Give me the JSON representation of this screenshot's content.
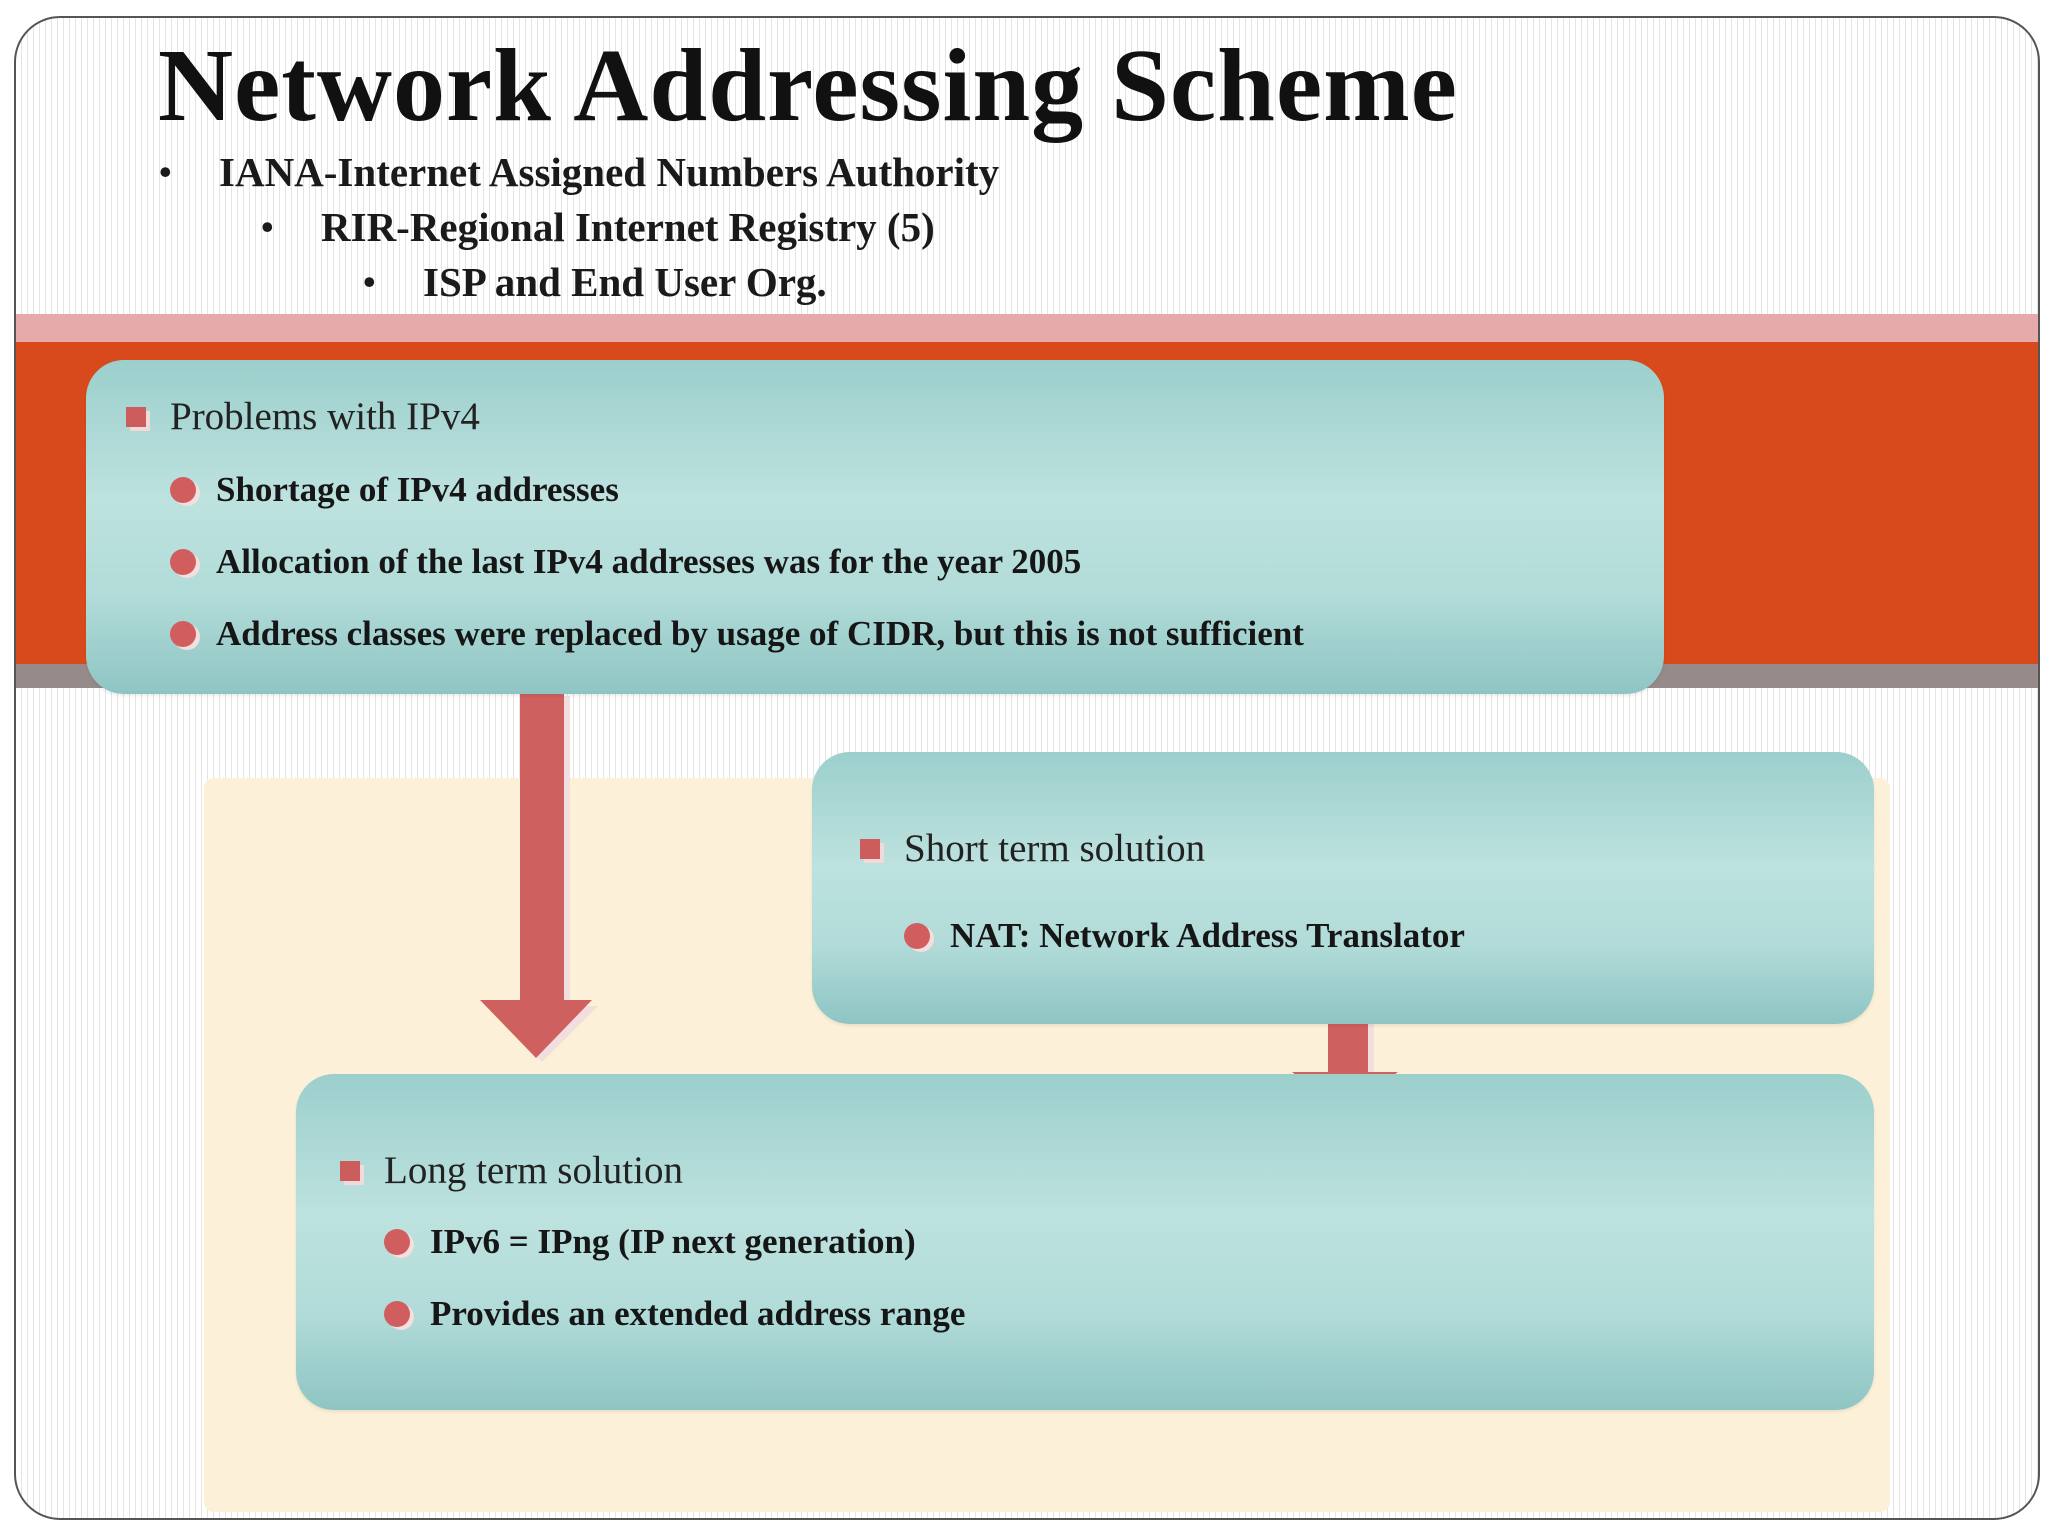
{
  "slide": {
    "title": "Network Addressing Scheme",
    "hierarchy": [
      {
        "bullet": "•",
        "text": "IANA-Internet Assigned Numbers Authority"
      },
      {
        "bullet": "•",
        "text": "RIR-Regional Internet Registry (5)"
      },
      {
        "bullet": "•",
        "text": "ISP and End User Org."
      }
    ]
  },
  "problems_box": {
    "heading": "Problems with IPv4",
    "items": [
      "Shortage of IPv4 addresses",
      "Allocation of the last IPv4 addresses was for the year 2005",
      "Address classes were replaced by usage of CIDR, but this is not sufficient"
    ]
  },
  "short_term_box": {
    "heading": "Short term solution",
    "items": [
      "NAT: Network Address Translator"
    ]
  },
  "long_term_box": {
    "heading": "Long term solution",
    "items": [
      "IPv6 = IPng (IP next generation)",
      "Provides an extended address range"
    ]
  },
  "colors": {
    "accent_orange": "#d84a1c",
    "band_pink": "#e6aaaa",
    "box_teal": "#b2dcd9",
    "marker_red": "#cd5c5c",
    "cream": "#fcf1d8"
  }
}
